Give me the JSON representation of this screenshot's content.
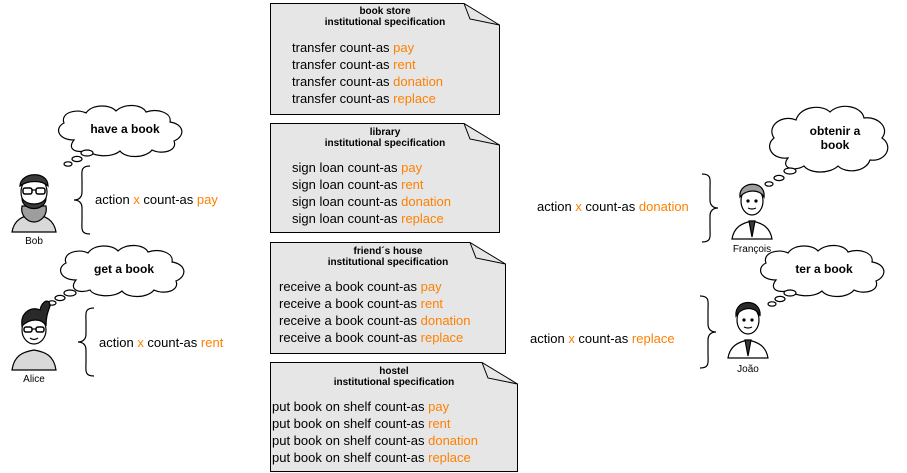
{
  "specs": [
    {
      "title": "book store",
      "subtitle": "institutional specification",
      "lines": [
        {
          "act": "transfer count-as ",
          "res": "pay"
        },
        {
          "act": "transfer count-as ",
          "res": "rent"
        },
        {
          "act": "transfer count-as ",
          "res": "donation"
        },
        {
          "act": "transfer count-as ",
          "res": "replace"
        }
      ]
    },
    {
      "title": "library",
      "subtitle": "institutional specification",
      "lines": [
        {
          "act": "sign loan count-as ",
          "res": "pay"
        },
        {
          "act": "sign loan count-as ",
          "res": "rent"
        },
        {
          "act": "sign loan count-as ",
          "res": "donation"
        },
        {
          "act": "sign loan count-as ",
          "res": "replace"
        }
      ]
    },
    {
      "title": "friend´s house",
      "subtitle": "institutional specification",
      "lines": [
        {
          "act": "receive a book count-as ",
          "res": "pay"
        },
        {
          "act": "receive a book count-as ",
          "res": "rent"
        },
        {
          "act": "receive a book count-as ",
          "res": "donation"
        },
        {
          "act": "receive a book count-as ",
          "res": "replace"
        }
      ]
    },
    {
      "title": "hostel",
      "subtitle": "institutional specification",
      "lines": [
        {
          "act": "put book on shelf count-as ",
          "res": "pay"
        },
        {
          "act": "put book on shelf count-as ",
          "res": "rent"
        },
        {
          "act": "put book on shelf count-as ",
          "res": "donation"
        },
        {
          "act": "put book on shelf count-as ",
          "res": "replace"
        }
      ]
    }
  ],
  "agents": {
    "bob": {
      "name": "Bob",
      "thought": "have a book",
      "action_prefix": "action ",
      "x_mark": "x",
      "count_as": " count-as ",
      "result": "pay"
    },
    "alice": {
      "name": "Alice",
      "thought": "get a book",
      "action_prefix": "action ",
      "x_mark": "x",
      "count_as": " count-as ",
      "result": "rent"
    },
    "francois": {
      "name": "François",
      "thought": "obtenir a book",
      "action_prefix": "action ",
      "x_mark": "x",
      "count_as": " count-as ",
      "result": "donation"
    },
    "joao": {
      "name": "João",
      "thought": "ter a book",
      "action_prefix": "action ",
      "x_mark": "x",
      "count_as": " count-as ",
      "result": "replace"
    }
  },
  "colors": {
    "accent": "#ff8000",
    "note_fill": "#e6e6e6",
    "stroke": "#000000"
  }
}
